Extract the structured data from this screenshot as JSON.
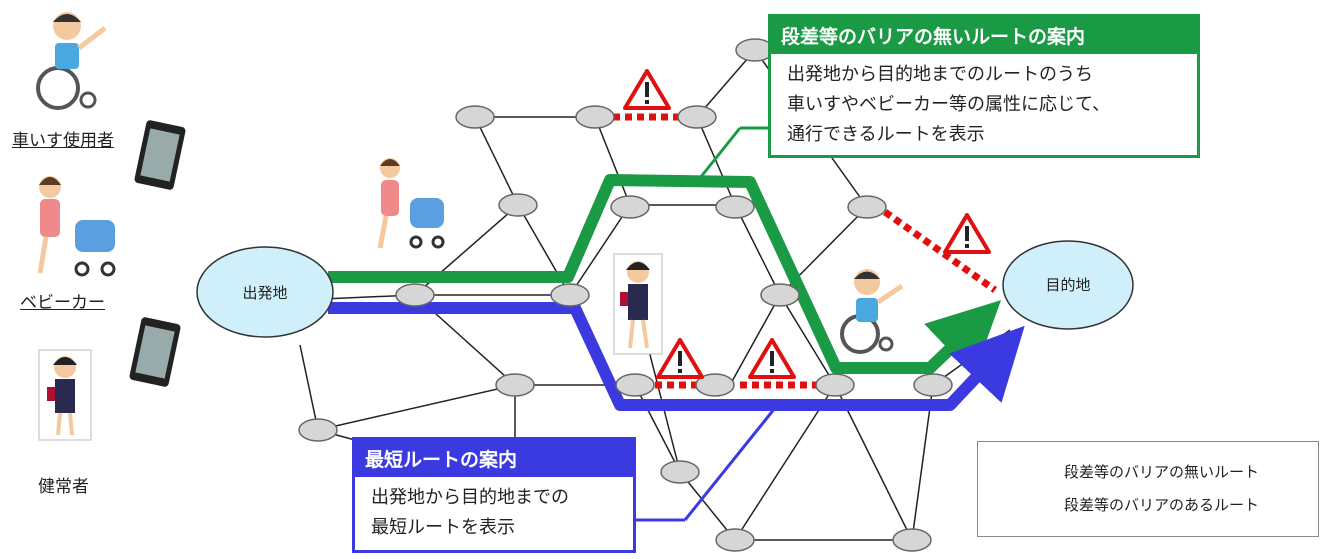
{
  "people": {
    "wheelchair_label": "車いす使用者",
    "stroller_label": "ベビーカー",
    "walker_label": "健常者"
  },
  "nodes": {
    "start": "出発地",
    "goal": "目的地"
  },
  "barrier_free_box": {
    "title": "段差等のバリアの無いルートの案内",
    "body": "出発地から目的地までのルートのうち\n車いすやベビーカー等の属性に応じて、\n通行できるルートを表示"
  },
  "shortest_box": {
    "title": "最短ルートの案内",
    "body": "出発地から目的地までの\n最短ルートを表示"
  },
  "legend": {
    "no_barrier": "段差等のバリアの無いルート",
    "with_barrier": "段差等のバリアのあるルート"
  },
  "colors": {
    "green_route": "#1a9a45",
    "blue_route": "#3a3ae0",
    "barrier_red": "#e01010",
    "node_fill": "#d6d6d6",
    "endpoint_fill": "#cfeffa"
  }
}
